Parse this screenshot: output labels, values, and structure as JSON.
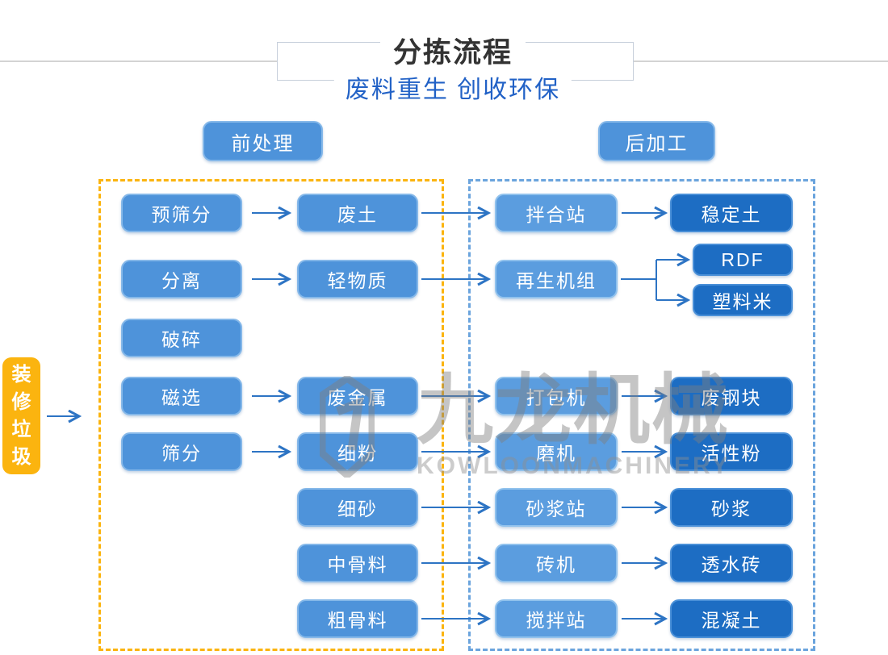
{
  "header": {
    "title": "分拣流程",
    "subtitle": "废料重生 创收环保"
  },
  "labels": {
    "pre": "前处理",
    "post": "后加工"
  },
  "source": {
    "label": "装修垃圾"
  },
  "flow": {
    "pre_steps": [
      "预筛分",
      "分离",
      "破碎",
      "磁选",
      "筛分"
    ],
    "materials": [
      "废土",
      "轻物质",
      "废金属",
      "细粉",
      "细砂",
      "中骨料",
      "粗骨料"
    ],
    "machines": [
      "拌合站",
      "再生机组",
      "打包机",
      "磨机",
      "砂浆站",
      "砖机",
      "搅拌站"
    ],
    "products": [
      "稳定土",
      "RDF",
      "塑料米",
      "废钢块",
      "活性粉",
      "砂浆",
      "透水砖",
      "混凝土"
    ]
  },
  "watermark": {
    "cn": "九龙机械",
    "en": "KOWLOONMACHINERY"
  },
  "colors": {
    "box_medium": "#4e93da",
    "box_machine": "#5b9ddf",
    "box_dark": "#1d6dc3",
    "accent_yellow": "#fbb40f",
    "dashed_blue": "#6ba4dd",
    "arrow_blue": "#2d74c4",
    "subtitle_blue": "#2161c6",
    "title_dark": "#333333"
  }
}
